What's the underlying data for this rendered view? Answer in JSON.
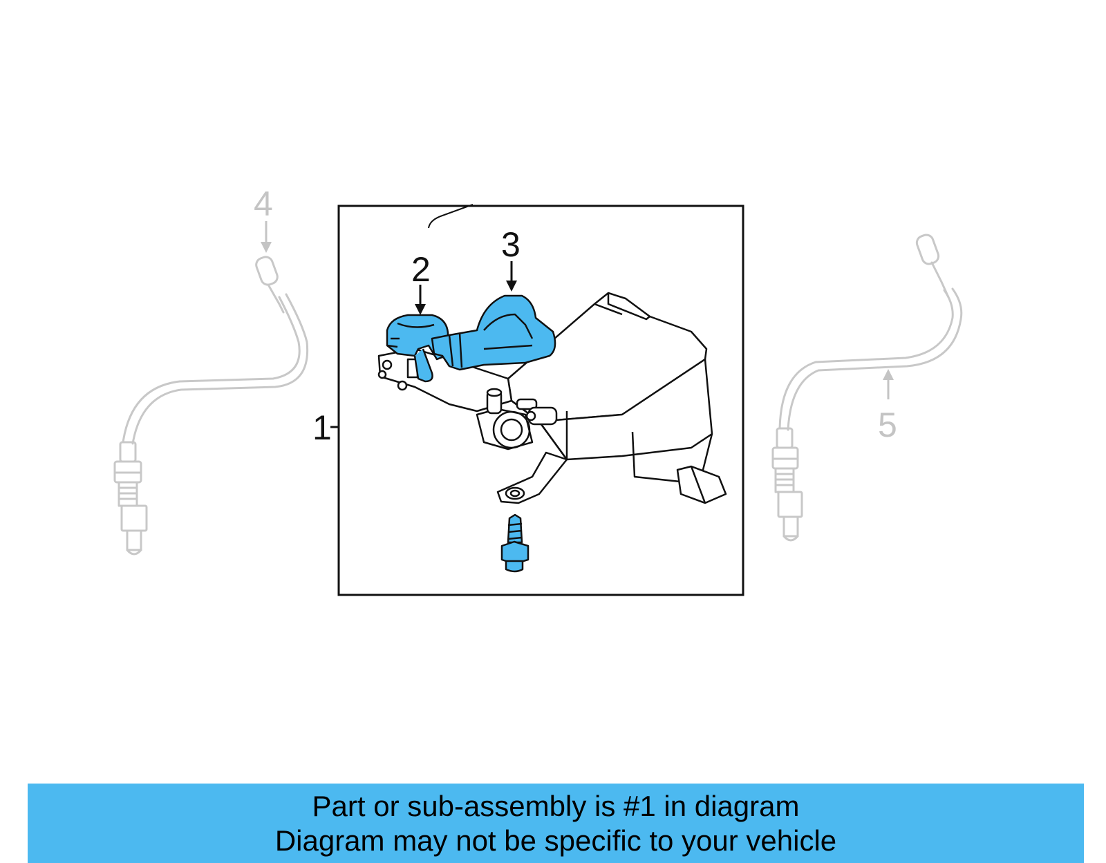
{
  "callouts": {
    "part1": "1",
    "part2": "2",
    "part3": "3",
    "part4": "4",
    "part5": "5"
  },
  "icons": {
    "canister": "evap-canister-icon",
    "hose2": "vent-hose-icon",
    "hose3": "purge-hose-icon",
    "bolt": "bolt-icon",
    "sensor4": "oxygen-sensor-icon",
    "sensor5": "oxygen-sensor-icon"
  },
  "colors": {
    "highlight": "#4cb9f0",
    "ghost": "#c8c8c8",
    "outline": "#111111",
    "banner": "#4cb9f0"
  },
  "footer": {
    "line1": "Part or sub-assembly is #1 in diagram",
    "line2": "Diagram may not be specific to your vehicle"
  }
}
